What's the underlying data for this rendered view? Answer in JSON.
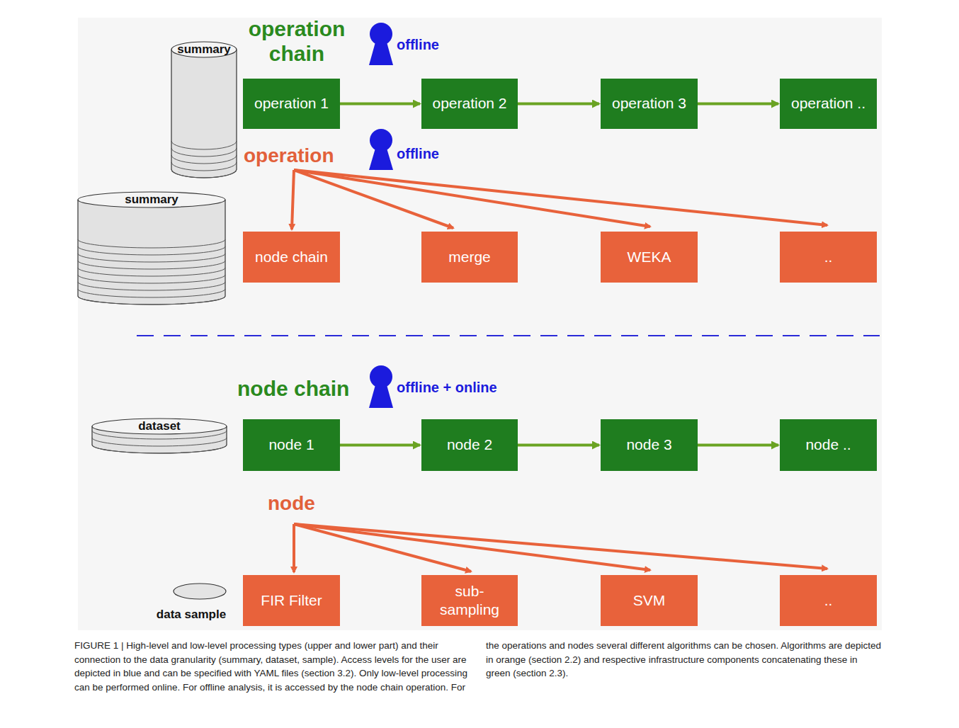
{
  "diagram": {
    "caption": "FIGURE 1 | High-level and low-level processing types (upper and lower part) and their connection to the data granularity (summary, dataset, sample). Access levels for the user are depicted in blue and can be specified with YAML files (section 3.2). Only low-level processing can be performed online. For offline analysis, it is accessed by the node chain operation. For the operations and nodes several different algorithms can be chosen. Algorithms are depicted in orange (section 2.2) and respective infrastructure components concatenating these in green (section 2.3).",
    "nodes": [
      {
        "text": [
          "summary"
        ]
      },
      {
        "text": [
          "operation 1"
        ]
      },
      {
        "text": [
          "operation 2"
        ]
      },
      {
        "text": [
          "operation 3"
        ]
      },
      {
        "text": [
          "operation .."
        ]
      },
      {
        "text": [
          "summary"
        ]
      },
      {
        "text": [
          "node chain"
        ]
      },
      {
        "text": [
          "merge"
        ]
      },
      {
        "text": [
          "WEKA"
        ]
      },
      {
        "text": [
          ".."
        ]
      },
      {
        "text": [
          "dataset"
        ]
      },
      {
        "text": [
          "node 1"
        ]
      },
      {
        "text": [
          "node 2"
        ]
      },
      {
        "text": [
          "node 3"
        ]
      },
      {
        "text": [
          "node .."
        ]
      },
      {
        "text": [
          "data sample"
        ]
      },
      {
        "text": [
          "FIR Filter"
        ]
      },
      {
        "text": [
          "sub- sampling"
        ]
      },
      {
        "text": [
          "SVM"
        ]
      },
      {
        "text": [
          ".."
        ]
      }
    ],
    "edges": [
      {
        "from": 1,
        "to": 2,
        "arrow": "to"
      },
      {
        "from": 2,
        "to": 3,
        "arrow": "to"
      },
      {
        "from": 3,
        "to": 4,
        "arrow": "to"
      },
      {
        "from": 11,
        "to": 12,
        "arrow": "to"
      },
      {
        "from": 12,
        "to": 13,
        "arrow": "to"
      },
      {
        "from": 13,
        "to": 14,
        "arrow": "to"
      }
    ],
    "labels": [
      "operation chain",
      "offline",
      "operation",
      "offline",
      "node chain",
      "offline + online",
      "node"
    ]
  }
}
